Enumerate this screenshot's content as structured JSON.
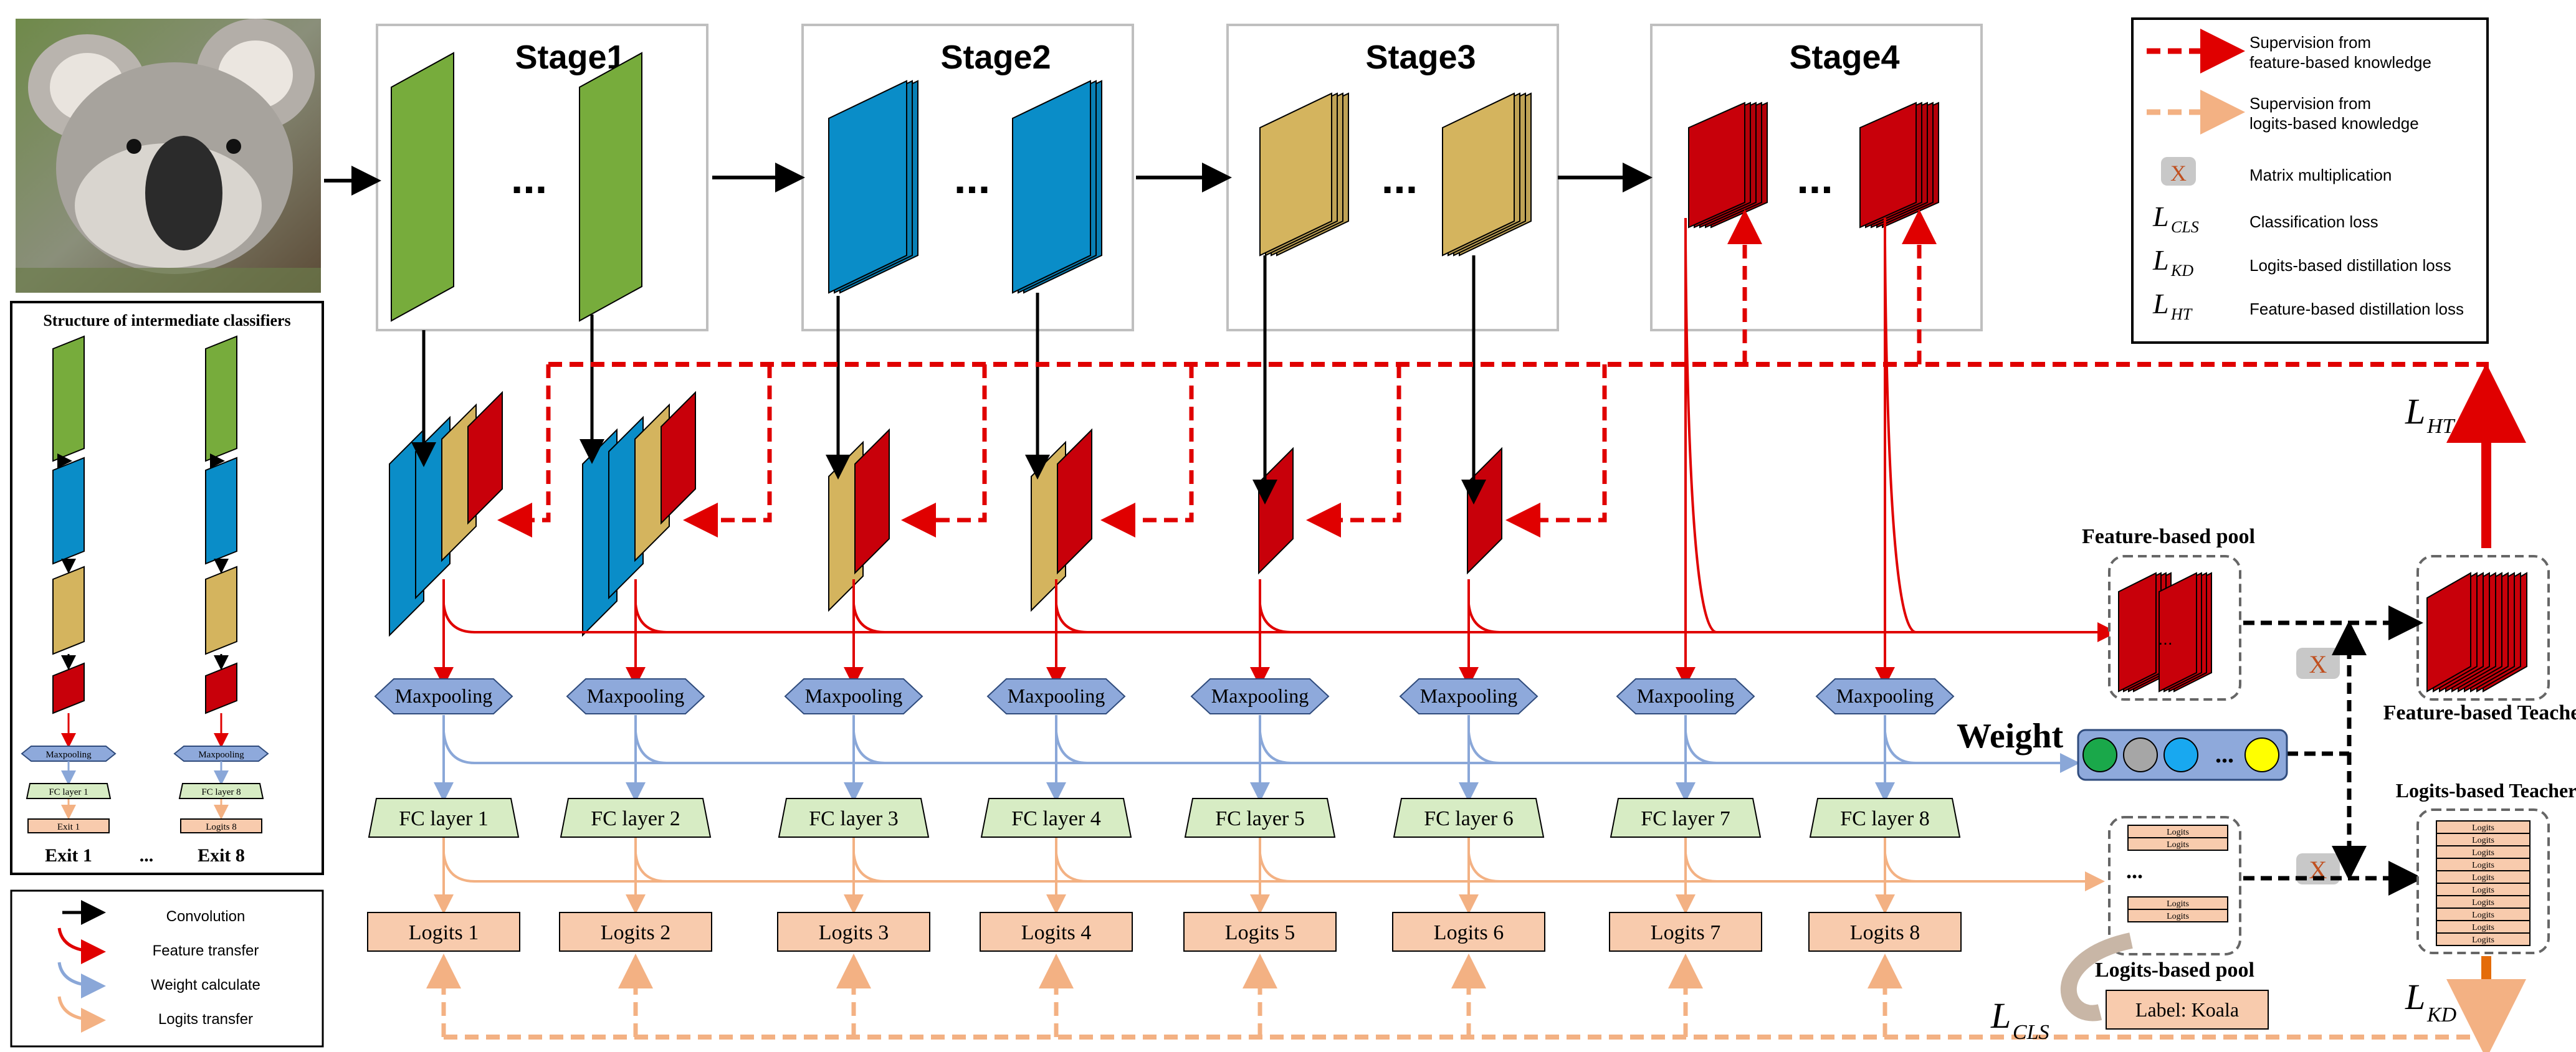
{
  "stages": [
    {
      "label": "Stage1",
      "color": "#77ac3c"
    },
    {
      "label": "Stage2",
      "color": "#0a8dc8"
    },
    {
      "label": "Stage3",
      "color": "#d4b45e"
    },
    {
      "label": "Stage4",
      "color": "#c8000a"
    }
  ],
  "ellipsis": "...",
  "exits": [
    {
      "pool": "Maxpooling",
      "fc": "FC layer 1",
      "logits": "Logits 1"
    },
    {
      "pool": "Maxpooling",
      "fc": "FC layer 2",
      "logits": "Logits 2"
    },
    {
      "pool": "Maxpooling",
      "fc": "FC layer 3",
      "logits": "Logits 3"
    },
    {
      "pool": "Maxpooling",
      "fc": "FC layer 4",
      "logits": "Logits 4"
    },
    {
      "pool": "Maxpooling",
      "fc": "FC layer 5",
      "logits": "Logits 5"
    },
    {
      "pool": "Maxpooling",
      "fc": "FC layer 6",
      "logits": "Logits 6"
    },
    {
      "pool": "Maxpooling",
      "fc": "FC layer 7",
      "logits": "Logits 7"
    },
    {
      "pool": "Maxpooling",
      "fc": "FC layer 8",
      "logits": "Logits 8"
    }
  ],
  "structure_panel": {
    "title": "Structure of intermediate classifiers",
    "pool_label": "Maxpooling",
    "exit_first": {
      "fc": "FC layer 1",
      "logits": "Exit 1",
      "exit": "Exit 1"
    },
    "exit_last": {
      "fc": "FC layer 8",
      "logits": "Logits 8",
      "exit": "Exit 8"
    },
    "dots": "..."
  },
  "conv_legend": [
    {
      "label": "Convolution",
      "color": "#000000"
    },
    {
      "label": "Feature transfer",
      "color": "#e00000"
    },
    {
      "label": "Weight calculate",
      "color": "#8aa7d8"
    },
    {
      "label": "Logits transfer",
      "color": "#f3b183"
    }
  ],
  "main_legend": [
    {
      "symbol": "arrow-red",
      "label": "Supervision from\nfeature-based knowledge"
    },
    {
      "symbol": "arrow-orange",
      "label": "Supervision from\nlogits-based knowledge"
    },
    {
      "symbol": "X",
      "label": "Matrix multiplication"
    },
    {
      "symbol": "L",
      "sub": "CLS",
      "label": "Classification loss"
    },
    {
      "symbol": "L",
      "sub": "KD",
      "label": "Logits-based distillation loss"
    },
    {
      "symbol": "L",
      "sub": "HT",
      "label": "Feature-based distillation loss"
    }
  ],
  "right": {
    "feature_pool": "Feature-based pool",
    "feature_teacher": "Feature-based Teacher",
    "weight": "Weight",
    "logits_teacher": "Logits-based   Teacher",
    "logits_pool": "Logits-based pool",
    "label_box": "Label:  Koala",
    "mini_logits": "Logits",
    "mult_symbol": "X",
    "loss_ht": {
      "main": "L",
      "sub": "HT"
    },
    "loss_kd": {
      "main": "L",
      "sub": "KD"
    },
    "loss_cls": {
      "main": "L",
      "sub": "CLS"
    }
  },
  "weight_dots": [
    "#1aa84a",
    "#a6a6a6",
    "#18a8f0",
    "#ffff00"
  ],
  "colors": {
    "red": "#e00000",
    "orange_dash": "#f3b183",
    "blue_line": "#8aa7d8",
    "pool_fill": "#8ea9db",
    "fc_fill": "#d7ecc4",
    "logits_fill": "#f8cbad",
    "stage_red": "#c8000a"
  }
}
